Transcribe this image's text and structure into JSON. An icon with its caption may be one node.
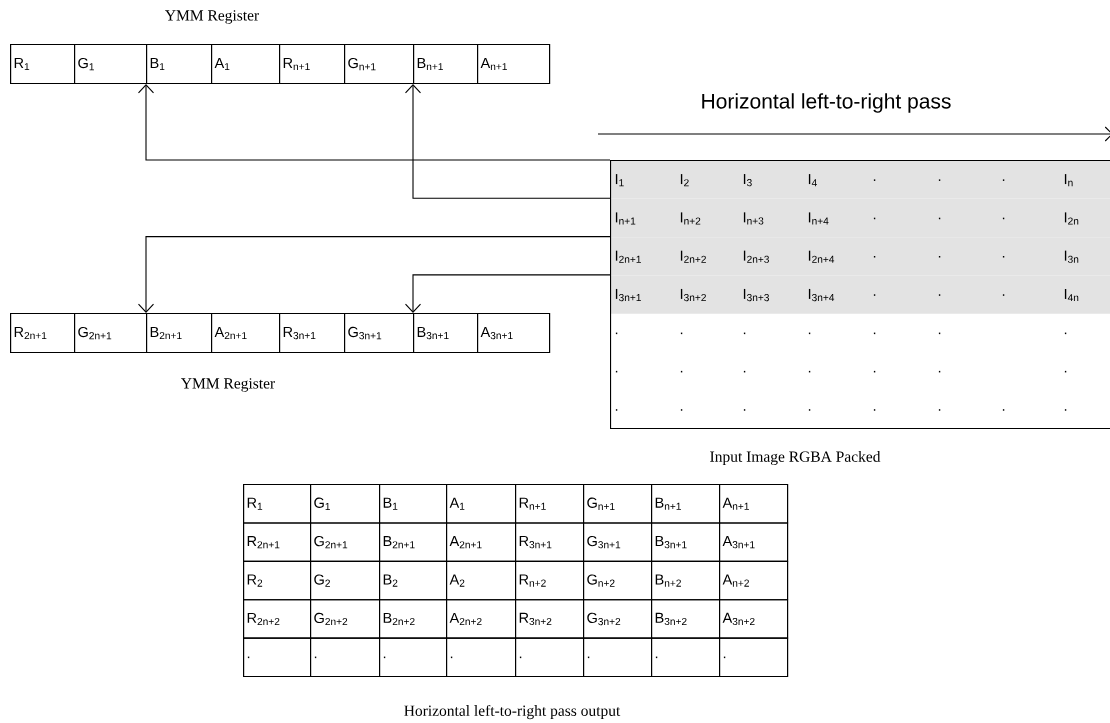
{
  "diagram": {
    "nodes": [
      {
        "text": [
          "YMM Register"
        ]
      },
      {
        "text": [
          "R$_{1}$"
        ],
        "in": 0
      },
      {
        "text": [
          "G$_{1}$"
        ],
        "in": 0
      },
      {
        "text": [
          "B$_{1}$"
        ],
        "in": 0
      },
      {
        "text": [
          "A$_{1}$"
        ],
        "in": 0
      },
      {
        "text": [
          "R$_{n+1}$"
        ],
        "in": 0
      },
      {
        "text": [
          "G$_{n+1}$"
        ],
        "in": 0
      },
      {
        "text": [
          "B$_{n+1}$"
        ],
        "in": 0
      },
      {
        "text": [
          "A$_{n+1}$"
        ],
        "in": 0
      },
      {
        "text": [
          "Input Image RGBA Packed"
        ]
      },
      {
        "text": [
          "I$_{1}$",
          "I$_{2}$",
          "I$_{3}$",
          "I$_{4}$",
          ".",
          ".",
          ".",
          "I$_{n}$"
        ],
        "in": 9
      },
      {
        "text": [
          "I$_{n+1}$",
          "I$_{n+2}$",
          "I$_{n+3}$",
          "I$_{n+4}$",
          ".",
          ".",
          ".",
          "I$_{2n}$"
        ],
        "in": 9
      },
      {
        "text": [
          "I$_{2n+1}$",
          "I$_{2n+2}$",
          "I$_{2n+3}$",
          "I$_{2n+4}$",
          ".",
          ".",
          ".",
          "I$_{3n}$"
        ],
        "in": 9
      },
      {
        "text": [
          "I$_{3n+1}$",
          "I$_{3n+2}$",
          "I$_{3n+3}$",
          "I$_{3n+4}$",
          ".",
          ".",
          ".",
          "I$_{4n}$"
        ],
        "in": 9
      },
      {
        "text": [
          ".",
          ".",
          ".",
          ".",
          ".",
          ".",
          "."
        ],
        "in": 9
      },
      {
        "text": [
          ".",
          ".",
          ".",
          ".",
          ".",
          ".",
          "."
        ],
        "in": 9
      },
      {
        "text": [
          ".",
          ".",
          ".",
          ".",
          ".",
          ".",
          ".",
          "."
        ],
        "in": 9
      },
      {
        "text": [
          "YMM Register"
        ]
      },
      {
        "text": [
          "R$_{2n+1}$"
        ],
        "in": 17
      },
      {
        "text": [
          "G$_{2n+1}$"
        ],
        "in": 17
      },
      {
        "text": [
          "B$_{2n+1}$"
        ],
        "in": 17
      },
      {
        "text": [
          "A$_{2n+1}$"
        ],
        "in": 17
      },
      {
        "text": [
          "R$_{3n+1}$"
        ],
        "in": 17
      },
      {
        "text": [
          "G$_{3n+1}$"
        ],
        "in": 17
      },
      {
        "text": [
          "B$_{3n+1}$"
        ],
        "in": 17
      },
      {
        "text": [
          "A$_{3n+1}$"
        ],
        "in": 17
      },
      {
        "text": [
          "Horizontal left-to-right pass output",
          "R$_{1}$",
          "G$_{1}$",
          "B$_{1}$",
          "A$_{1}$",
          "R$_{n+1}$",
          "G$_{n+1}$",
          "B$_{n+1}$",
          "A$_{n+1}$",
          "R$_{2n+1}$",
          "G$_{2n+1}$",
          "B$_{2n+1}$",
          "A$_{2n+1}$",
          "R$_{3n+1}$",
          "G$_{3n+1}$",
          "B$_{3n+1}$",
          "A$_{3n+1}$",
          "R$_{2}$",
          "G$_{2}$",
          "B$_{2}$",
          "A$_{2}$",
          "R$_{n+2}$",
          "G$_{n+2}$",
          "B$_{n+2}$",
          "A$_{n+2}$",
          "R$_{2n+2}$",
          "G$_{2n+2}$",
          "B$_{2n+2}$",
          "A$_{2n+2}$",
          "R$_{3n+2}$",
          "G$_{3n+2}$",
          "B$_{3n+2}$",
          "A$_{3n+2}$",
          ".",
          ".",
          ".",
          ".",
          ".",
          ".",
          ".",
          "."
        ]
      }
    ],
    "edges": [
      {
        "from": 10,
        "to": 3,
        "arrow": "to"
      },
      {
        "from": 11,
        "to": 7,
        "arrow": "to"
      },
      {
        "from": 12,
        "to": 20,
        "arrow": "to"
      },
      {
        "from": 13,
        "to": 24,
        "arrow": "to"
      }
    ],
    "labels": [
      "Horizontal left-to-right pass"
    ]
  }
}
